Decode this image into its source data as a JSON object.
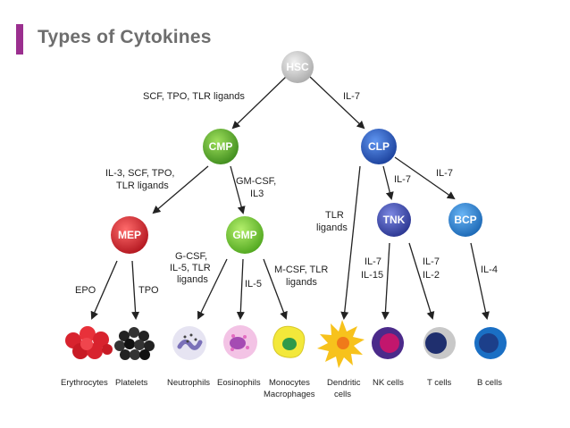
{
  "header": {
    "title": "Types of Cytokines",
    "accent_color": "#9b2f8f"
  },
  "nodes": {
    "hsc": "HSC",
    "cmp": "CMP",
    "clp": "CLP",
    "mep": "MEP",
    "gmp": "GMP",
    "tnk": "TNK",
    "bcp": "BCP"
  },
  "edge_labels": {
    "hsc_cmp": "SCF, TPO, TLR ligands",
    "hsc_clp": "IL-7",
    "cmp_mep_1": "IL-3, SCF, TPO,",
    "cmp_mep_2": "TLR ligands",
    "cmp_gmp_1": "GM-CSF,",
    "cmp_gmp_2": "IL3",
    "clp_dc_1": "TLR",
    "clp_dc_2": "ligands",
    "clp_tnk": "IL-7",
    "clp_bcp": "IL-7",
    "mep_ery": "EPO",
    "mep_plt": "TPO",
    "gmp_neu_1": "G-CSF,",
    "gmp_neu_2": "IL-5, TLR",
    "gmp_neu_3": "ligands",
    "gmp_eos": "IL-5",
    "gmp_mono_1": "M-CSF, TLR",
    "gmp_mono_2": "ligands",
    "tnk_nk_1": "IL-7",
    "tnk_nk_2": "IL-15",
    "tnk_t_1": "IL-7",
    "tnk_t_2": "IL-2",
    "bcp_b": "IL-4"
  },
  "cells": {
    "erythrocytes": "Erythrocytes",
    "platelets": "Platelets",
    "neutrophils": "Neutrophils",
    "eosinophils": "Eosinophils",
    "monocytes_1": "Monocytes",
    "monocytes_2": "Macrophages",
    "dendritic_1": "Dendritic",
    "dendritic_2": "cells",
    "nk": "NK cells",
    "t": "T cells",
    "b": "B cells"
  },
  "colors": {
    "hsc": "#c8c8c8",
    "cmp": "#5aa82a",
    "gmp": "#6cc12e",
    "mep": "#d8232e",
    "clp": "#2a5fc4",
    "tnk": "#3a4db4",
    "bcp": "#2d86d4"
  }
}
